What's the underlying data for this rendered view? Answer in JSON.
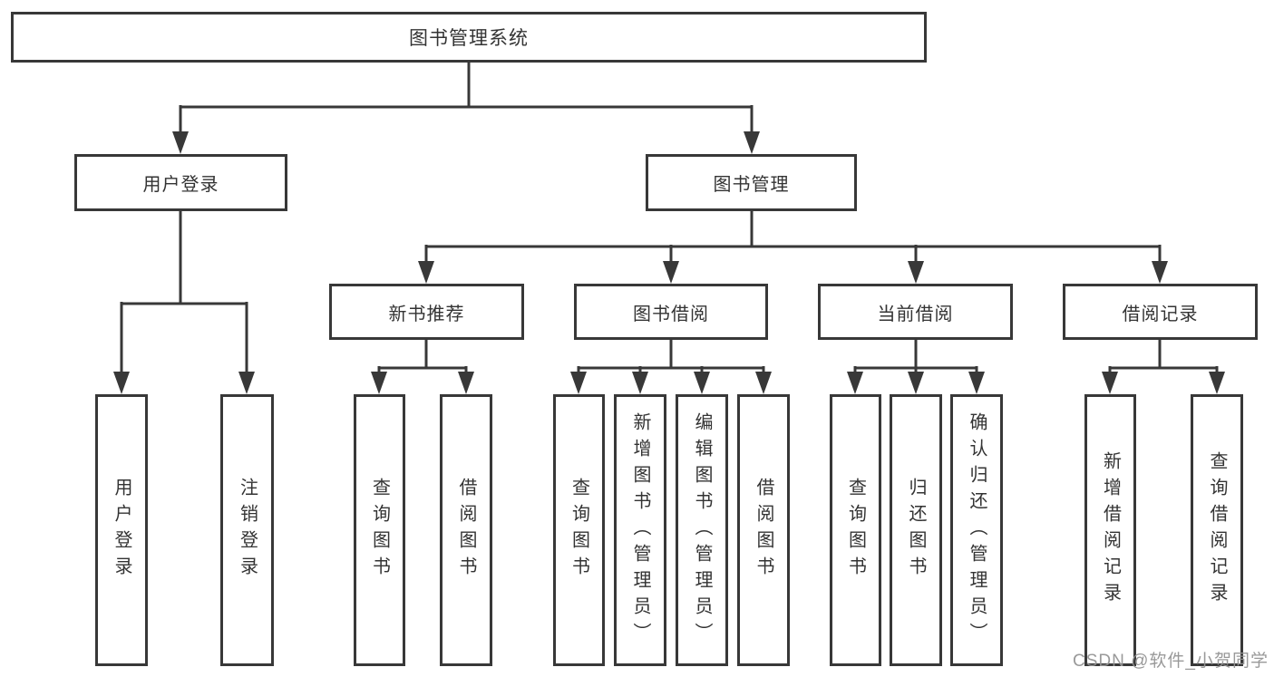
{
  "diagram": {
    "title": "图书管理系统",
    "branches": [
      {
        "label": "用户登录",
        "children": [
          {
            "label": "用户登录"
          },
          {
            "label": "注销登录"
          }
        ]
      },
      {
        "label": "图书管理",
        "children": [
          {
            "label": "新书推荐",
            "children": [
              {
                "label": "查询图书"
              },
              {
                "label": "借阅图书"
              }
            ]
          },
          {
            "label": "图书借阅",
            "children": [
              {
                "label": "查询图书"
              },
              {
                "label": "新增图书（管理员）"
              },
              {
                "label": "编辑图书（管理员）"
              },
              {
                "label": "借阅图书"
              }
            ]
          },
          {
            "label": "当前借阅",
            "children": [
              {
                "label": "查询图书"
              },
              {
                "label": "归还图书"
              },
              {
                "label": "确认归还（管理员）"
              }
            ]
          },
          {
            "label": "借阅记录",
            "children": [
              {
                "label": "新增借阅记录"
              },
              {
                "label": "查询借阅记录"
              }
            ]
          }
        ]
      }
    ]
  },
  "watermark": {
    "text": "CSDN @软件_小贺同学"
  },
  "colors": {
    "line": "#383838",
    "box_border": "#383838",
    "text": "#333333",
    "watermark": "#949494",
    "background": "#ffffff"
  }
}
